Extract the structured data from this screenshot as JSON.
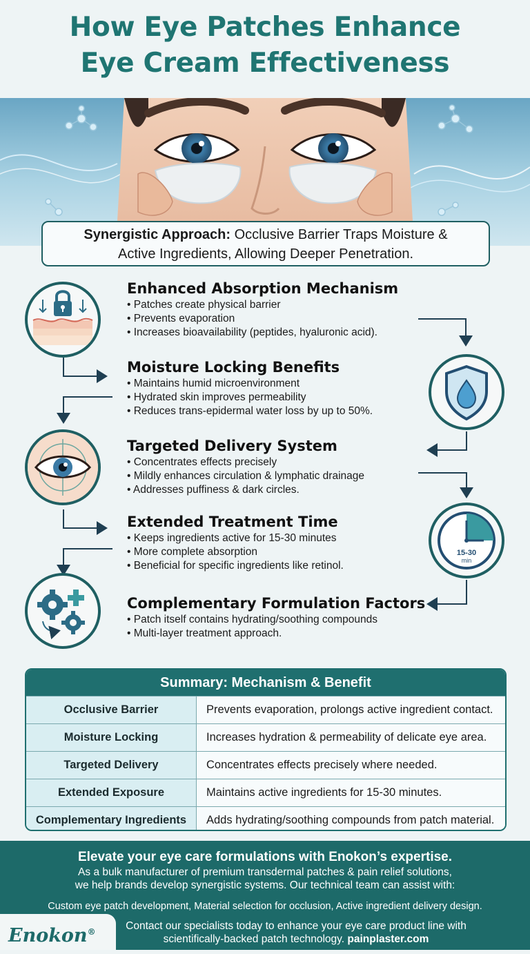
{
  "title": {
    "line1": "How Eye Patches Enhance",
    "line2": "Eye Cream Effectiveness"
  },
  "callout": {
    "bold": "Synergistic Approach:",
    "rest1": " Occlusive Barrier Traps Moisture &",
    "line2": "Active Ingredients, Allowing Deeper Penetration."
  },
  "sections": [
    {
      "heading": "Enhanced Absorption Mechanism",
      "bullets": [
        "Patches create physical barrier",
        "Prevents evaporation",
        "Increases bioavailability (peptides, hyaluronic acid)."
      ],
      "icon": "lock-skin-icon"
    },
    {
      "heading": "Moisture Locking Benefits",
      "bullets": [
        "Maintains humid microenvironment",
        "Hydrated skin improves permeability",
        "Reduces trans-epidermal water loss by up to 50%."
      ],
      "icon": "shield-drop-icon"
    },
    {
      "heading": "Targeted Delivery System",
      "bullets": [
        "Concentrates effects precisely",
        "Mildly enhances circulation & lymphatic drainage",
        "Addresses puffiness & dark circles."
      ],
      "icon": "eye-target-icon"
    },
    {
      "heading": "Extended Treatment Time",
      "bullets": [
        "Keeps ingredients active for 15-30 minutes",
        "More complete absorption",
        "Beneficial for specific ingredients like retinol."
      ],
      "icon": "clock-icon"
    },
    {
      "heading": "Complementary Formulation Factors",
      "bullets": [
        "Patch itself contains hydrating/soothing compounds",
        "Multi-layer treatment approach."
      ],
      "icon": "gears-plus-icon"
    }
  ],
  "clock_label": "15-30",
  "clock_unit": "min",
  "summary": {
    "title": "Summary: Mechanism & Benefit",
    "rows": [
      {
        "k": "Occlusive Barrier",
        "v": "Prevents evaporation, prolongs active ingredient contact."
      },
      {
        "k": "Moisture Locking",
        "v": "Increases hydration & permeability of delicate eye area."
      },
      {
        "k": "Targeted Delivery",
        "v": "Concentrates effects precisely where needed."
      },
      {
        "k": "Extended Exposure",
        "v": "Maintains active ingredients for 15-30 minutes."
      },
      {
        "k": "Complementary Ingredients",
        "v": "Adds hydrating/soothing compounds from patch material."
      }
    ]
  },
  "footer": {
    "headline": "Elevate your eye care formulations with Enokon’s expertise.",
    "p1": "As a bulk manufacturer of premium transdermal patches & pain relief solutions,",
    "p2": "we help brands develop synergistic systems. Our technical team can assist with:",
    "services": "Custom eye patch development, Material selection for occlusion, Active ingredient delivery design.",
    "contact1": "Contact our specialists today to enhance your eye care product line with",
    "contact2_text": "scientifically-backed patch technology. ",
    "contact2_link": "painplaster.com"
  },
  "logo": {
    "name": "Enokon",
    "mark": "®"
  },
  "colors": {
    "teal": "#1f7572",
    "navy": "#1f5f62",
    "footer": "#1d6a69",
    "light": "#d9eef2"
  }
}
